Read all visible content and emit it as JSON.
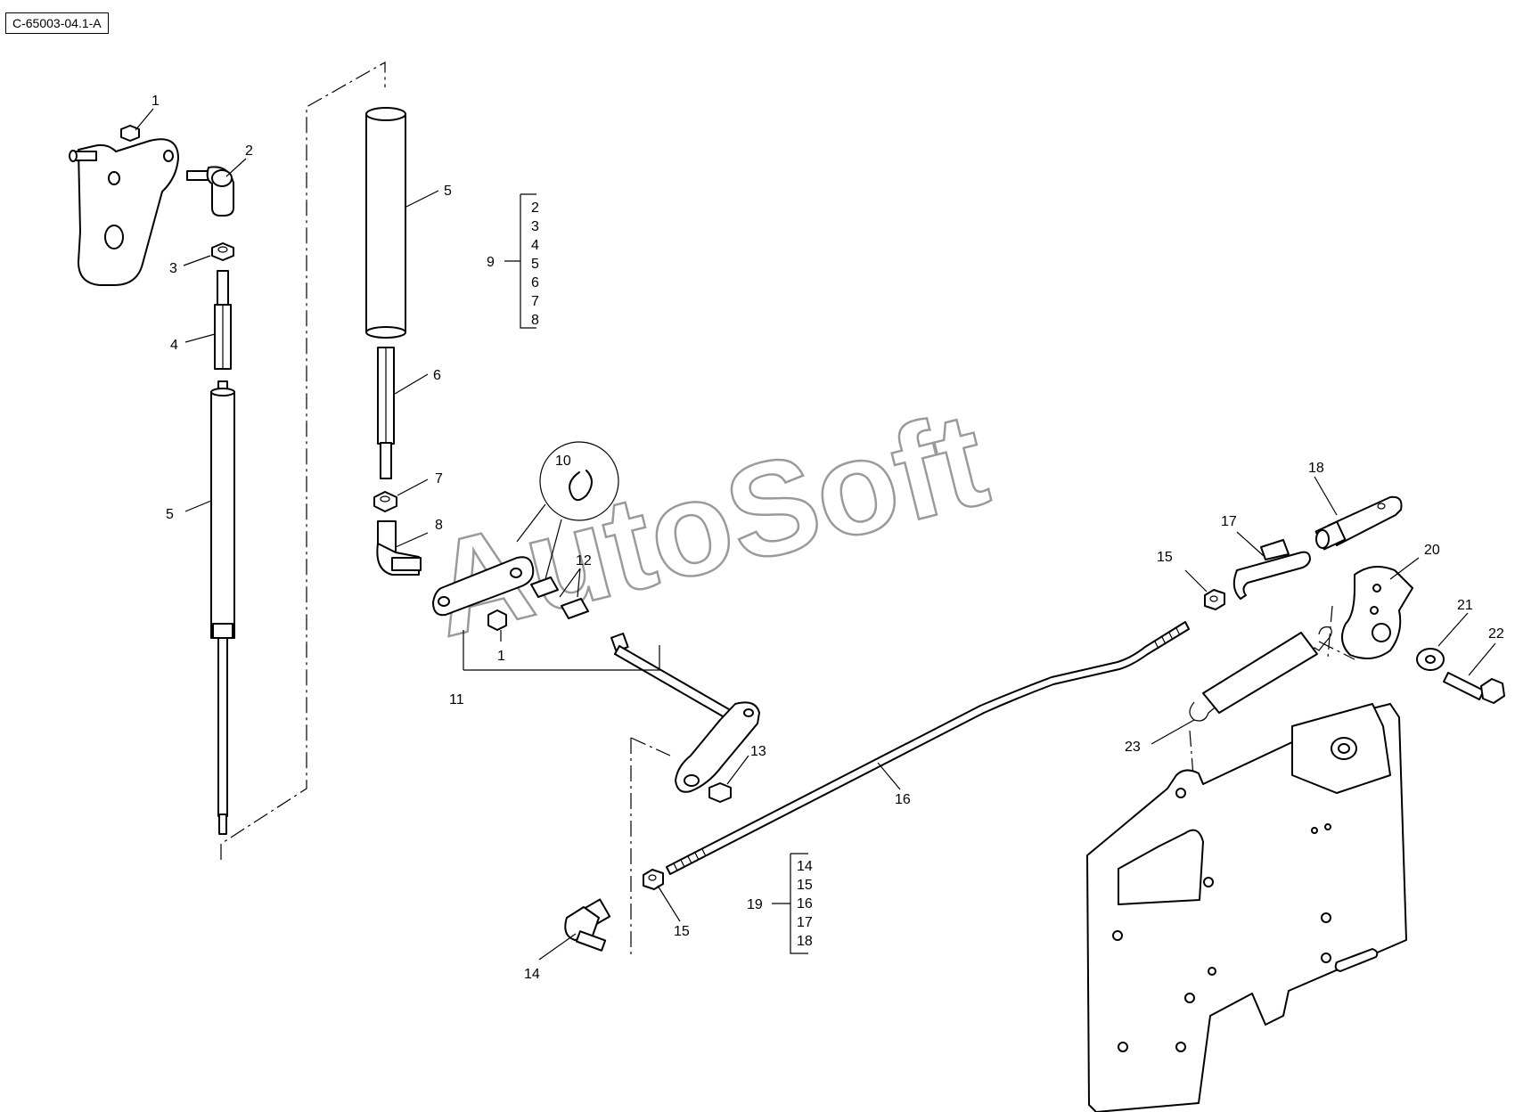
{
  "diagram_id": "C-65003-04.1-A",
  "watermark": "AutoSoft",
  "callouts": {
    "c1a": "1",
    "c1b": "1",
    "c2": "2",
    "c3": "3",
    "c4": "4",
    "c5a": "5",
    "c5b": "5",
    "c6": "6",
    "c7": "7",
    "c8": "8",
    "c10": "10",
    "c11": "11",
    "c12": "12",
    "c13": "13",
    "c14": "14",
    "c15a": "15",
    "c15b": "15",
    "c16": "16",
    "c17": "17",
    "c18": "18",
    "c20": "20",
    "c21": "21",
    "c22": "22",
    "c23": "23"
  },
  "kit_9": {
    "number": "9",
    "items": [
      "2",
      "3",
      "4",
      "5",
      "6",
      "7",
      "8"
    ]
  },
  "kit_19": {
    "number": "19",
    "items": [
      "14",
      "15",
      "16",
      "17",
      "18"
    ]
  }
}
